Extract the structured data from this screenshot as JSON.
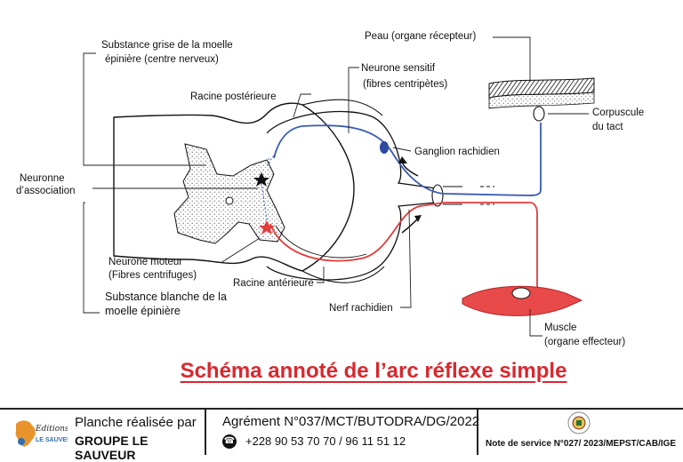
{
  "title": "Schéma annoté de l’arc réflexe simple",
  "labels": {
    "substance_grise": [
      "Substance grise de la moelle",
      "épinière (centre nerveux)"
    ],
    "racine_posterieure": "Racine postérieure",
    "neuronne_association": [
      "Neuronne",
      "d’association"
    ],
    "neurone_moteur": [
      "Neurone moteur",
      "(Fibres centrifuges)"
    ],
    "substance_blanche": [
      "Substance blanche de la",
      "moelle épinière"
    ],
    "racine_anterieure": "Racine  antérieure",
    "nerf_rachidien": "Nerf rachidien",
    "peau": "Peau (organe récepteur)",
    "neurone_sensitif": [
      "Neurone sensitif",
      "(fibres centripètes)"
    ],
    "ganglion": "Ganglion rachidien",
    "corpuscule": [
      "Corpuscule",
      "du tact"
    ],
    "muscle": [
      "Muscle",
      "(organe effecteur)"
    ]
  },
  "footer": {
    "logo_text": "Editions LE SAUVEUR",
    "made_by": "Planche réalisée par",
    "group": "GROUPE LE SAUVEUR",
    "agrement": "Agrément N°037/MCT/BUTODRA/DG/2022",
    "phone": "+228 90 53 70 70 / 96 11 51 12",
    "note": "Note de service N°027/ 2023/MEPST/CAB/IGE"
  },
  "colors": {
    "sensory": "#3a5bb0",
    "motor": "#e23b3b",
    "title": "#d8282f",
    "muscle": "#e84a4a"
  }
}
